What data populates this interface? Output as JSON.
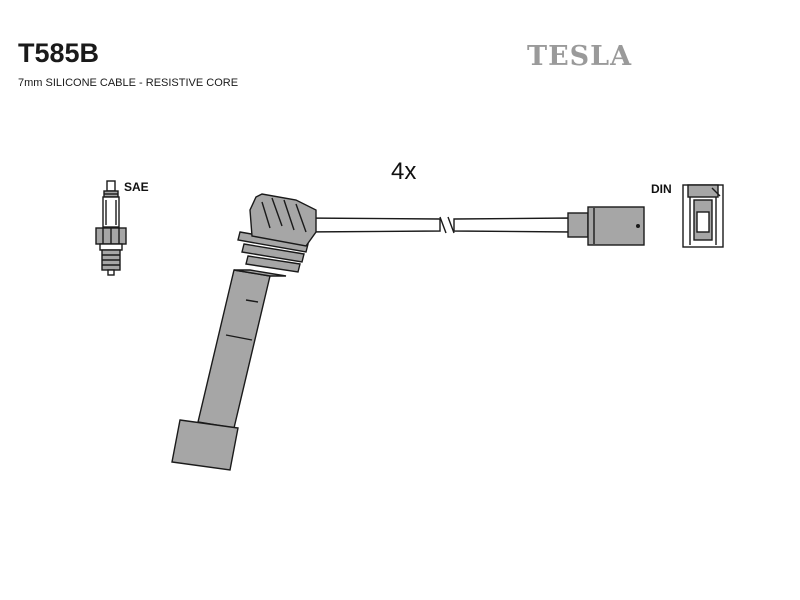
{
  "header": {
    "part_number": "T585B",
    "cable_description": "7mm SILICONE CABLE - RESISTIVE CORE",
    "brand": "TESLA"
  },
  "diagram": {
    "quantity": "4x",
    "spark_plug_label": "SAE",
    "distributor_label": "DIN"
  },
  "colors": {
    "component_fill": "#a6a6a6",
    "outline": "#1a1a1a",
    "brand": "#9a9a9a"
  }
}
